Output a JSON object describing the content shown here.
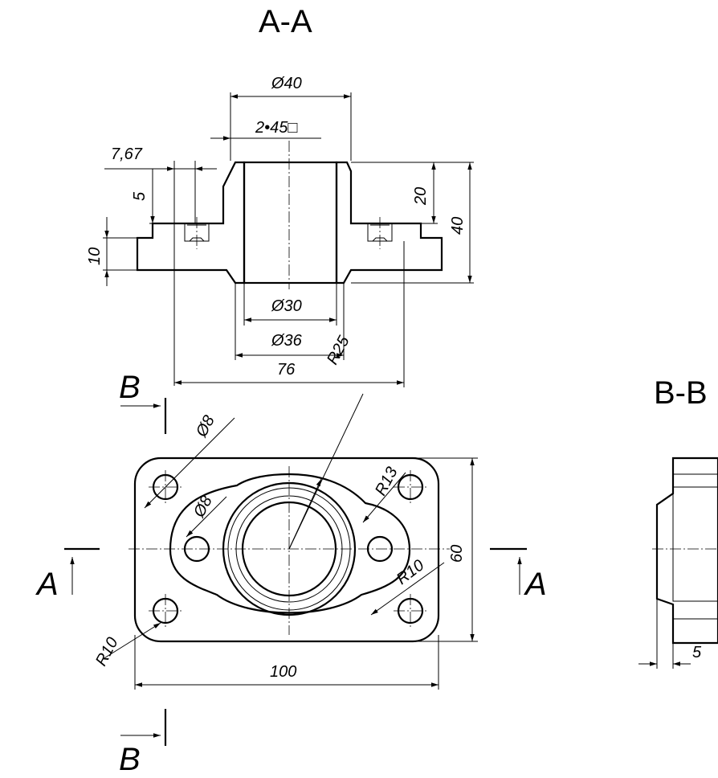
{
  "sections": {
    "aa_title": "A-A",
    "bb_title": "B-B",
    "a_left": "A",
    "a_right": "A",
    "b_top": "B",
    "b_bottom": "B"
  },
  "dimensions": {
    "d40": "Ø40",
    "chamfer": "2•45□",
    "d767": "7,67",
    "d5": "5",
    "d10": "10",
    "d20": "20",
    "d40v": "40",
    "d30": "Ø30",
    "d36": "Ø36",
    "d76": "76",
    "r25": "R25",
    "d8a": "Ø8",
    "d8b": "Ø8",
    "r13": "R13",
    "r10a": "R10",
    "r10b": "R10",
    "d60": "60",
    "d100": "100",
    "d5bb": "5"
  }
}
